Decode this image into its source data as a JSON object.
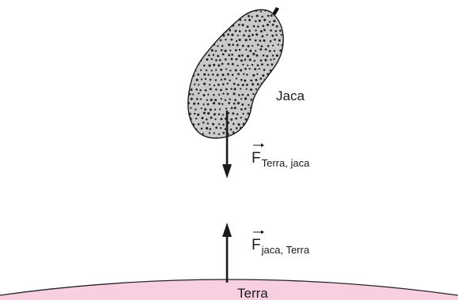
{
  "fruit": {
    "label": "Jaca"
  },
  "ground": {
    "label": "Terra",
    "fill": "#f7cfe0",
    "stroke": "#222222"
  },
  "forces": {
    "earth_on_jackfruit": {
      "symbol": "F",
      "subscript": "Terra, jaca",
      "direction": "down"
    },
    "jackfruit_on_earth": {
      "symbol": "F",
      "subscript": "jaca, Terra",
      "direction": "up"
    }
  },
  "colors": {
    "fruit_fill": "#c9c9c9",
    "fruit_stroke": "#1a1a1a",
    "dots": "#222222",
    "arrows": "#1a1a1a"
  }
}
